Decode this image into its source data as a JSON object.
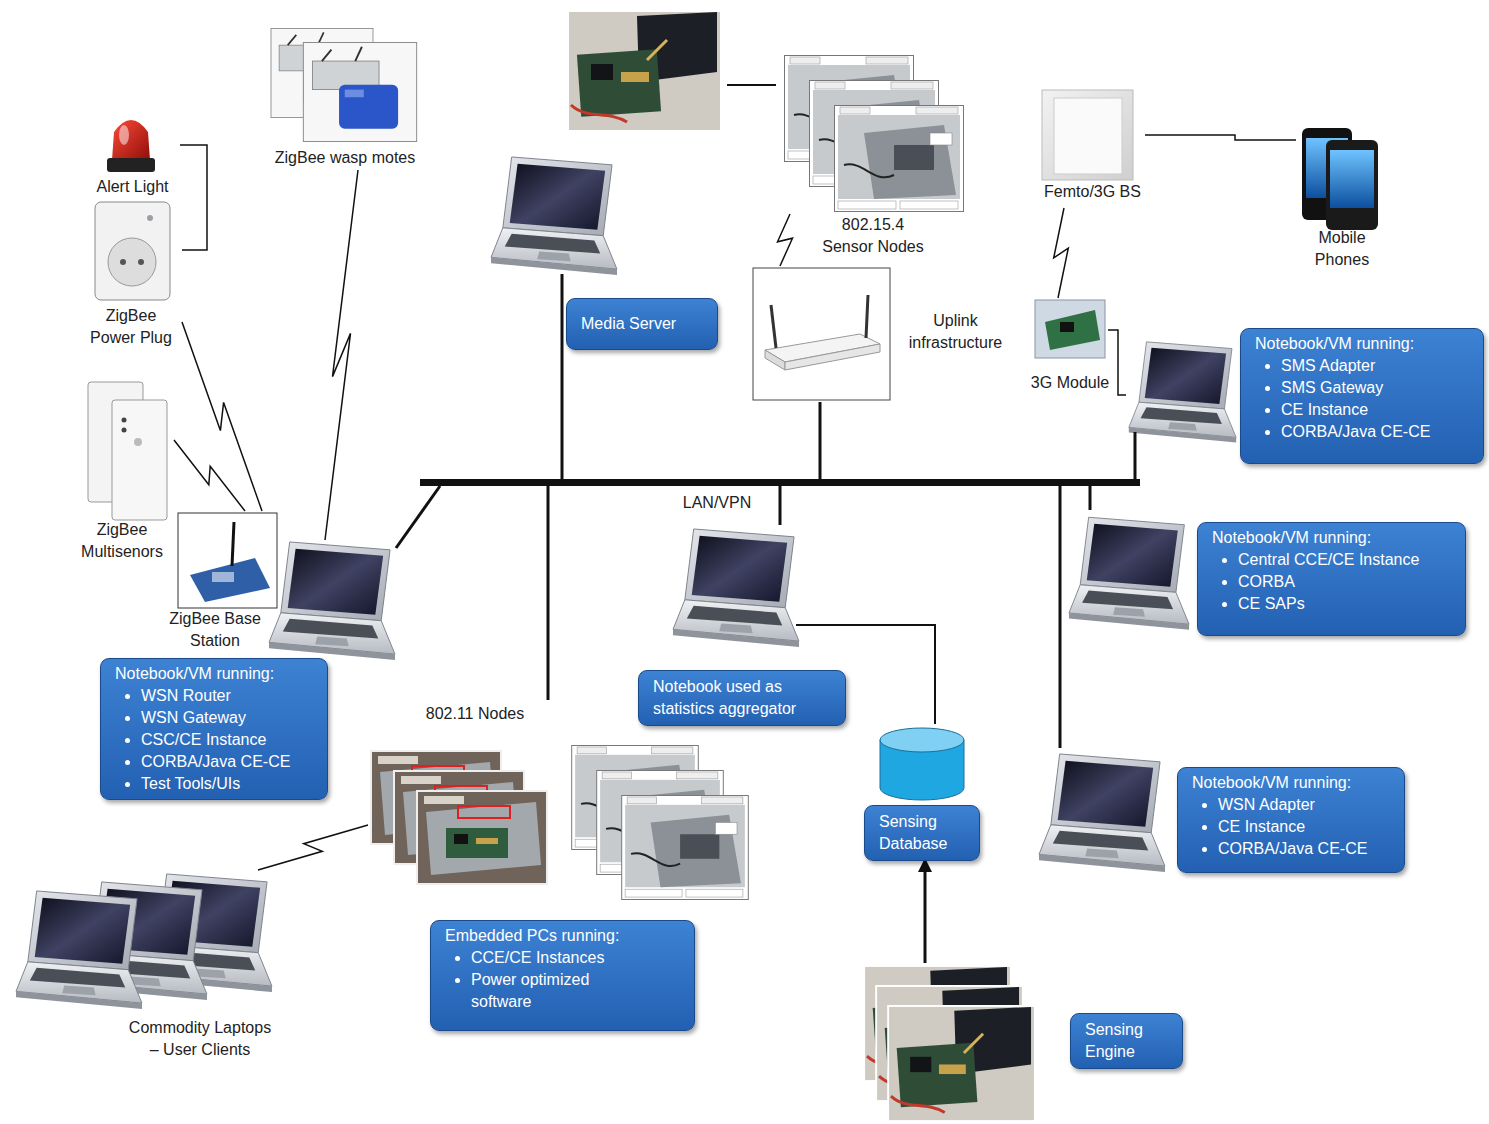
{
  "diagram": {
    "nodes": [
      {
        "text": [
          "ZigBee wasp motes"
        ]
      },
      {
        "text": [
          "Alert Light"
        ]
      },
      {
        "text": [
          "ZigBee Power Plug"
        ]
      },
      {
        "text": [
          "ZigBee Multisenors"
        ]
      },
      {
        "text": [
          "ZigBee Base Station"
        ]
      },
      {
        "text": [
          "Notebook/VM running:",
          "WSN Router",
          "WSN Gateway",
          "CSC/CE Instance",
          "CORBA/Java CE-CE",
          "Test Tools/UIs"
        ]
      },
      {
        "text": [
          "Media Server"
        ]
      },
      {
        "text": [
          "802.15.4 Sensor Nodes"
        ]
      },
      {
        "text": [
          "Uplink infrastructure"
        ]
      },
      {
        "text": [
          "Femto/3G BS"
        ]
      },
      {
        "text": [
          "Mobile Phones"
        ]
      },
      {
        "text": [
          "3G Module"
        ]
      },
      {
        "text": [
          "Notebook/VM running:",
          "SMS Adapter",
          "SMS Gateway",
          "CE Instance",
          "CORBA/Java CE-CE"
        ]
      },
      {
        "text": [
          "LAN/VPN"
        ]
      },
      {
        "text": [
          "Notebook used as statistics aggregator"
        ]
      },
      {
        "text": [
          "Notebook/VM running:",
          "Central CCE/CE Instance",
          "CORBA",
          "CE SAPs"
        ]
      },
      {
        "text": [
          "802.11 Nodes"
        ]
      },
      {
        "text": [
          "Embedded PCs running:",
          "CCE/CE Instances",
          "Power optimized software"
        ]
      },
      {
        "text": [
          "Commodity Laptops – User Clients"
        ]
      },
      {
        "text": [
          "Sensing Database"
        ]
      },
      {
        "text": [
          "Notebook/VM running:",
          "WSN Adapter",
          "CE Instance",
          "CORBA/Java CE-CE"
        ]
      },
      {
        "text": [
          "Sensing Engine"
        ]
      }
    ],
    "edges": [
      {
        "from": 1,
        "to": 2,
        "arrow": "none"
      },
      {
        "from": 0,
        "to": 5,
        "arrow": "none"
      },
      {
        "from": 2,
        "to": 4,
        "arrow": "none"
      },
      {
        "from": 3,
        "to": 4,
        "arrow": "none"
      },
      {
        "from": 5,
        "to": 13,
        "arrow": "none"
      },
      {
        "from": 6,
        "to": 13,
        "arrow": "none"
      },
      {
        "from": 8,
        "to": 7,
        "arrow": "none"
      },
      {
        "from": 8,
        "to": 13,
        "arrow": "none"
      },
      {
        "from": 9,
        "to": 10,
        "arrow": "none"
      },
      {
        "from": 11,
        "to": 9,
        "arrow": "none"
      },
      {
        "from": 11,
        "to": 12,
        "arrow": "none"
      },
      {
        "from": 12,
        "to": 13,
        "arrow": "none"
      },
      {
        "from": 14,
        "to": 13,
        "arrow": "none"
      },
      {
        "from": 15,
        "to": 13,
        "arrow": "none"
      },
      {
        "from": 16,
        "to": 13,
        "arrow": "none"
      },
      {
        "from": 16,
        "to": 18,
        "arrow": "none"
      },
      {
        "from": 14,
        "to": 19,
        "arrow": "none"
      },
      {
        "from": 20,
        "to": 13,
        "arrow": "none"
      },
      {
        "from": 21,
        "to": 19,
        "arrow": "to"
      }
    ]
  }
}
